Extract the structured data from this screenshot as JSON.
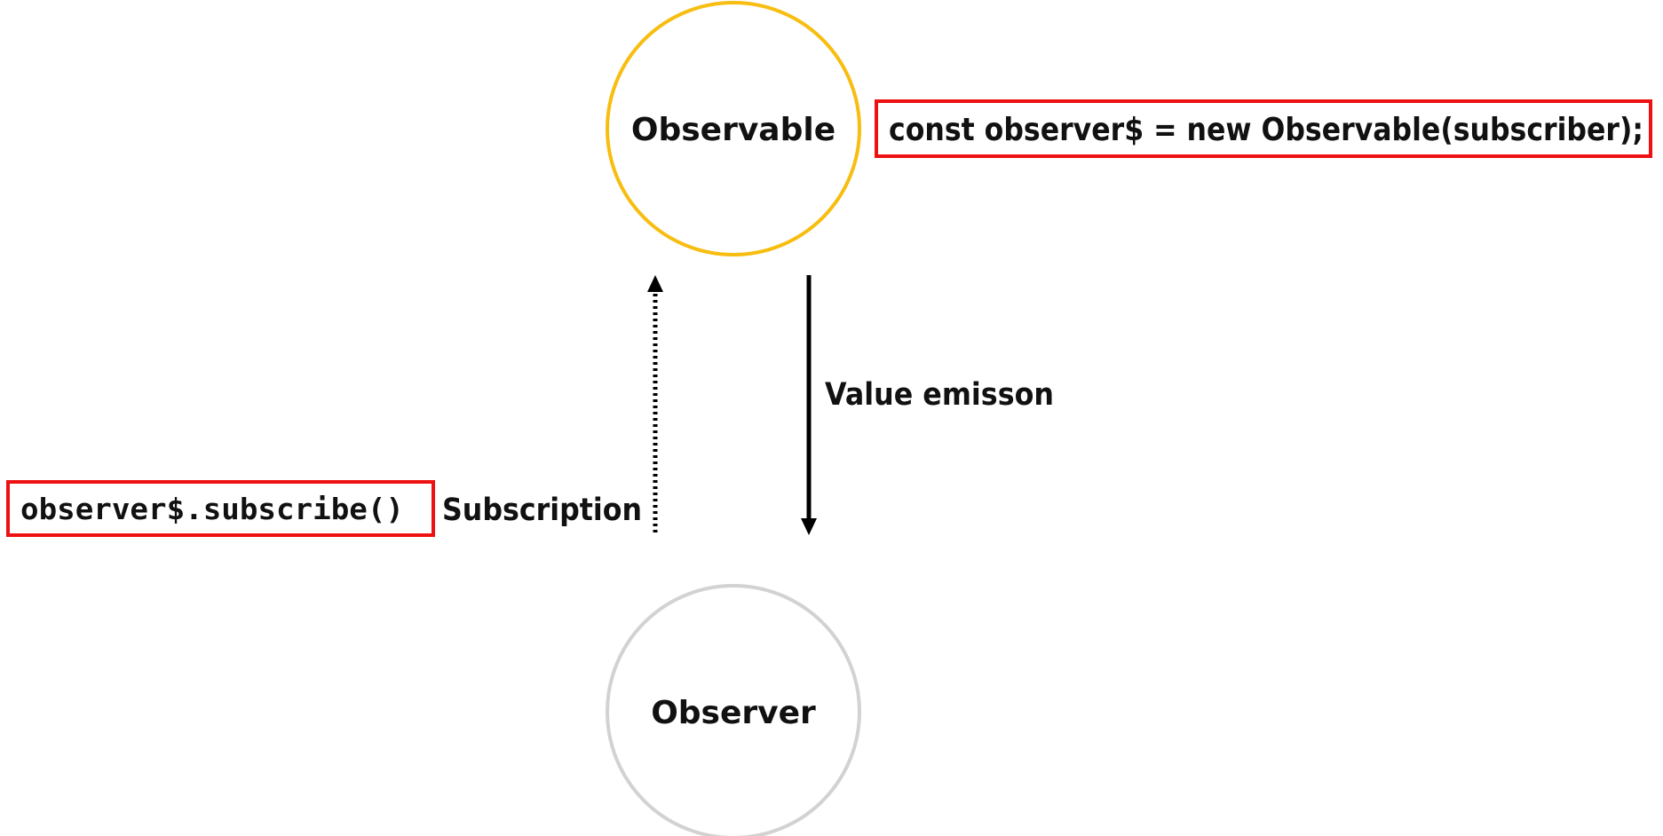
{
  "colors": {
    "observable_border": "#f7bd10",
    "observer_border": "#d2d2d2",
    "highlight_box": "#ee1111",
    "arrow": "#000000",
    "text": "#111111"
  },
  "nodes": {
    "observable": {
      "label": "Observable"
    },
    "observer": {
      "label": "Observer"
    }
  },
  "edges": {
    "subscription": {
      "label": "Subscription",
      "style": "dotted",
      "direction": "observer-to-observable"
    },
    "emission": {
      "label": "Value emisson",
      "style": "solid",
      "direction": "observable-to-observer"
    }
  },
  "code": {
    "constructor": "const observer$ = new Observable(subscriber);",
    "subscribe_call": "observer$.subscribe()"
  }
}
